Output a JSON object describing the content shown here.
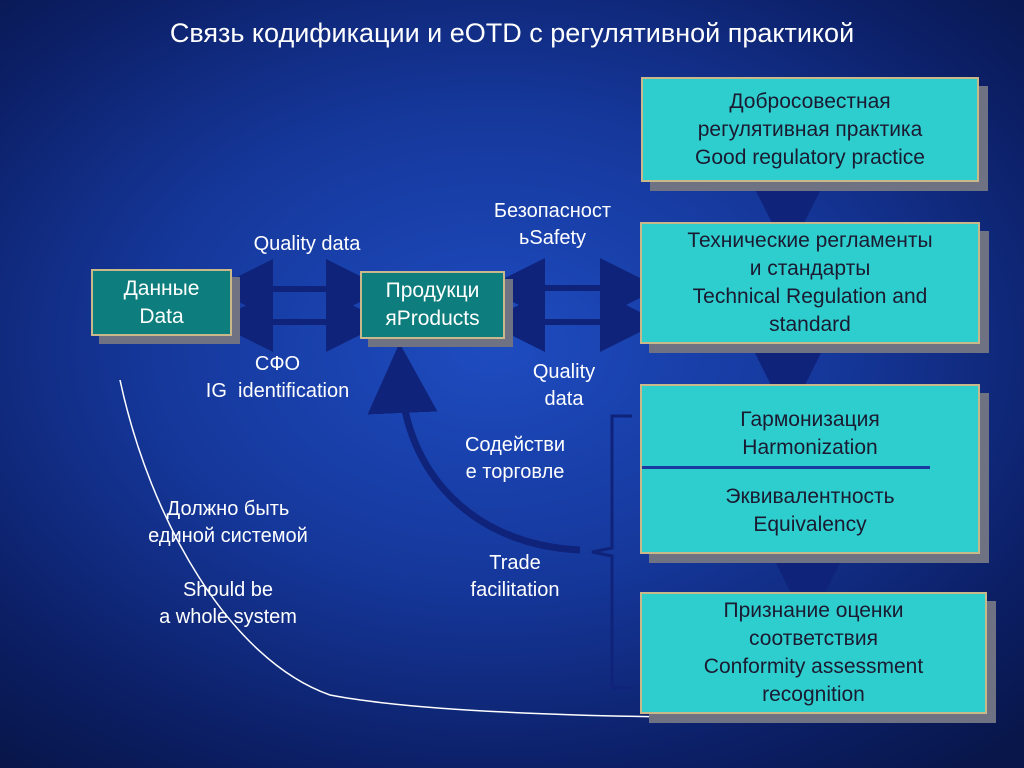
{
  "title": "Связь кодификации и eOTD с регулятивной практикой",
  "nodes": {
    "data": [
      "Данные",
      "Data"
    ],
    "products": [
      "Продукци",
      "яProducts"
    ],
    "good_practice": [
      "Добросовестная",
      "регулятивная практика",
      "Good regulatory practice"
    ],
    "tech_regulations": [
      "Технические регламенты",
      "и стандарты",
      "Technical Regulation and",
      "standard"
    ],
    "harmonization": [
      "Гармонизация",
      "Harmonization"
    ],
    "equivalency": [
      "Эквивалентность",
      "Equivalency"
    ],
    "conformity": [
      "Признание оценки",
      "соответствия",
      "Conformity assessment",
      "recognition"
    ]
  },
  "labels": {
    "quality_data_top": "Quality data",
    "safety": [
      "Безопасност",
      "ьSafety"
    ],
    "sfo": [
      "СФО",
      "IG  identification"
    ],
    "quality_data_right": [
      "Quality",
      "data"
    ],
    "trade_ru": [
      "Содействи",
      "е торговле"
    ],
    "trade_en": [
      "Trade",
      "facilitation"
    ],
    "single_system_ru": [
      "Должно быть",
      "единой системой"
    ],
    "single_system_en": [
      "Should be",
      "a whole system"
    ]
  },
  "colors": {
    "background": "#15379a",
    "dark_box": "#0e7d7d",
    "light_box": "#2fcece",
    "shadow": "#6e7283",
    "arrow": "#0f237a",
    "divider": "#1a3aa0"
  }
}
